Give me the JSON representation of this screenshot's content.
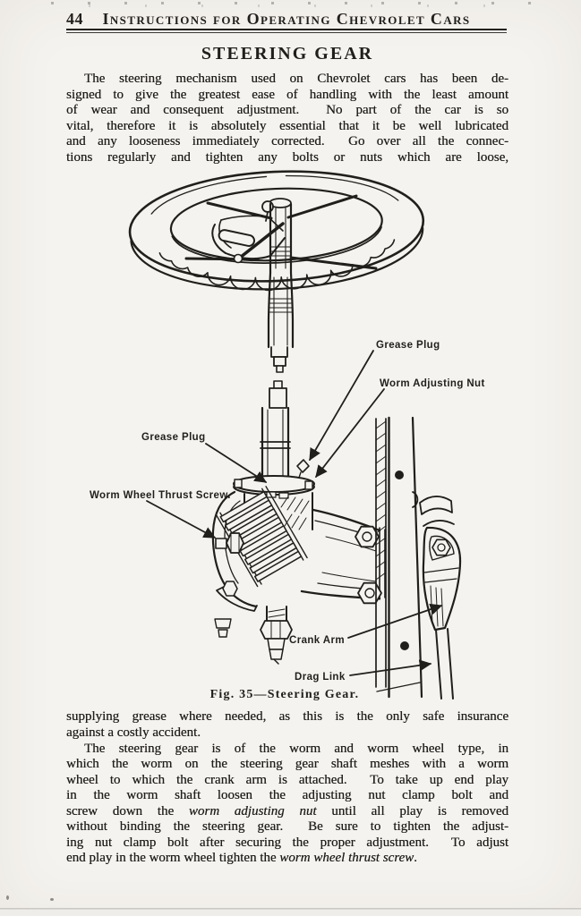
{
  "colors": {
    "ink": "#211f1c",
    "paper": "#f5f3ef"
  },
  "page": {
    "number": "44",
    "header_title": "Instructions for Operating Chevrolet Cars",
    "section_title": "STEERING GEAR"
  },
  "paragraphs": [
    {
      "indent": true,
      "lines": [
        {
          "segs": [
            {
              "t": "The steering mechanism used on Chevrolet cars has been de-"
            }
          ]
        },
        {
          "segs": [
            {
              "t": "signed to give the greatest ease of handling with the least amount"
            }
          ]
        },
        {
          "segs": [
            {
              "t": "of wear and consequent adjustment.  No part of the car is so"
            }
          ]
        },
        {
          "segs": [
            {
              "t": "vital, therefore it is absolutely essential that it be well lubricated"
            }
          ]
        },
        {
          "segs": [
            {
              "t": "and any looseness immediately corrected.  Go over all the connec-"
            }
          ]
        },
        {
          "segs": [
            {
              "t": "tions regularly and tighten any bolts or nuts which are loose,"
            }
          ]
        }
      ]
    },
    {
      "indent": false,
      "lines": [
        {
          "segs": [
            {
              "t": "supplying grease where needed, as this is the only safe insurance"
            }
          ]
        },
        {
          "last": true,
          "segs": [
            {
              "t": "against a costly accident."
            }
          ]
        }
      ]
    },
    {
      "indent": true,
      "lines": [
        {
          "segs": [
            {
              "t": "The steering gear is of the worm and worm wheel type, in"
            }
          ]
        },
        {
          "segs": [
            {
              "t": "which the worm on the steering gear shaft meshes with a worm"
            }
          ]
        },
        {
          "segs": [
            {
              "t": "wheel to which the crank arm is attached.  To take up end play"
            }
          ]
        },
        {
          "segs": [
            {
              "t": "in the worm shaft loosen the adjusting nut clamp bolt and"
            }
          ]
        },
        {
          "segs": [
            {
              "t": "screw down the "
            },
            {
              "t": "worm adjusting nut",
              "i": true
            },
            {
              "t": " until all play is removed"
            }
          ]
        },
        {
          "segs": [
            {
              "t": "without binding the steering gear.  Be sure to tighten the adjust-"
            }
          ]
        },
        {
          "segs": [
            {
              "t": "ing nut clamp bolt after securing the proper adjustment.  To adjust"
            }
          ]
        },
        {
          "last": true,
          "segs": [
            {
              "t": "end play in the worm wheel tighten the "
            },
            {
              "t": "worm wheel thrust screw",
              "i": true
            },
            {
              "t": "."
            }
          ]
        }
      ]
    }
  ],
  "figure": {
    "caption": "Fig. 35—Steering Gear.",
    "labels": {
      "grease_plug_top": "Grease Plug",
      "worm_adjusting_nut": "Worm Adjusting Nut",
      "grease_plug_left": "Grease Plug",
      "worm_wheel_thrust_screw": "Worm Wheel Thrust Screw.",
      "crank_arm": "Crank Arm",
      "drag_link": "Drag Link"
    }
  }
}
